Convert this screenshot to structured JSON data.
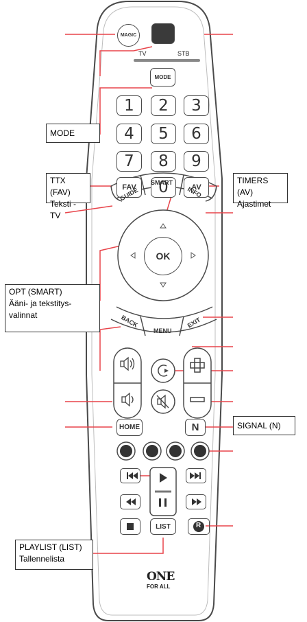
{
  "remote": {
    "magic": "MAGIC",
    "tv": "TV",
    "stb": "STB",
    "mode": "MODE",
    "digits": [
      "1",
      "2",
      "3",
      "4",
      "5",
      "6",
      "7",
      "8",
      "9"
    ],
    "zero": "0",
    "fav": "FAV",
    "av": "AV",
    "guide": "GUIDE",
    "smart": "SMART",
    "info": "INFO",
    "ok": "OK",
    "back": "BACK",
    "menu": "MENU",
    "exit": "EXIT",
    "home": "HOME",
    "n": "N",
    "list": "LIST",
    "r": "R",
    "brand_line1": "ONE",
    "brand_line2": "FOR ALL"
  },
  "callouts": {
    "mode": "MODE",
    "ttx_title": "TTX (FAV)",
    "ttx_desc": "Teksti -TV",
    "timers_title": "TIMERS (AV)",
    "timers_desc": "Ajastimet",
    "opt_title": "OPT (SMART)",
    "opt_desc1": "Ääni- ja tekstitys-",
    "opt_desc2": "valinnat",
    "signal": "SIGNAL (N)",
    "playlist_title": "PLAYLIST (LIST)",
    "playlist_desc": "Tallennelista"
  },
  "colors": {
    "callout_line": "#e8444a",
    "outline": "#4a4a4a"
  }
}
